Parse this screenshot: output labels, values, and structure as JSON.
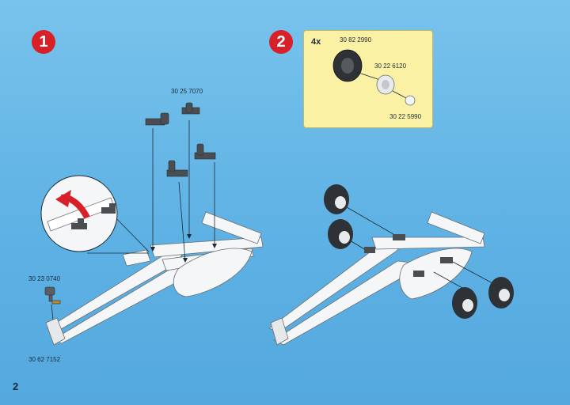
{
  "steps": [
    {
      "number": "1"
    },
    {
      "number": "2"
    }
  ],
  "parts": {
    "clamp_part": "30 25 7070",
    "hitch_pin": "30 23 0740",
    "hitch_socket": "30 62 7152"
  },
  "parts_box": {
    "quantity": "4x",
    "tire": "30 82 2990",
    "rim": "30 22 6120",
    "hub_cap": "30 22 5990"
  },
  "page_number": "2",
  "colors": {
    "background": "#6bbbe8",
    "step_badge": "#d82028",
    "parts_box": "#fbf1a4",
    "arrow": "#d82028"
  }
}
